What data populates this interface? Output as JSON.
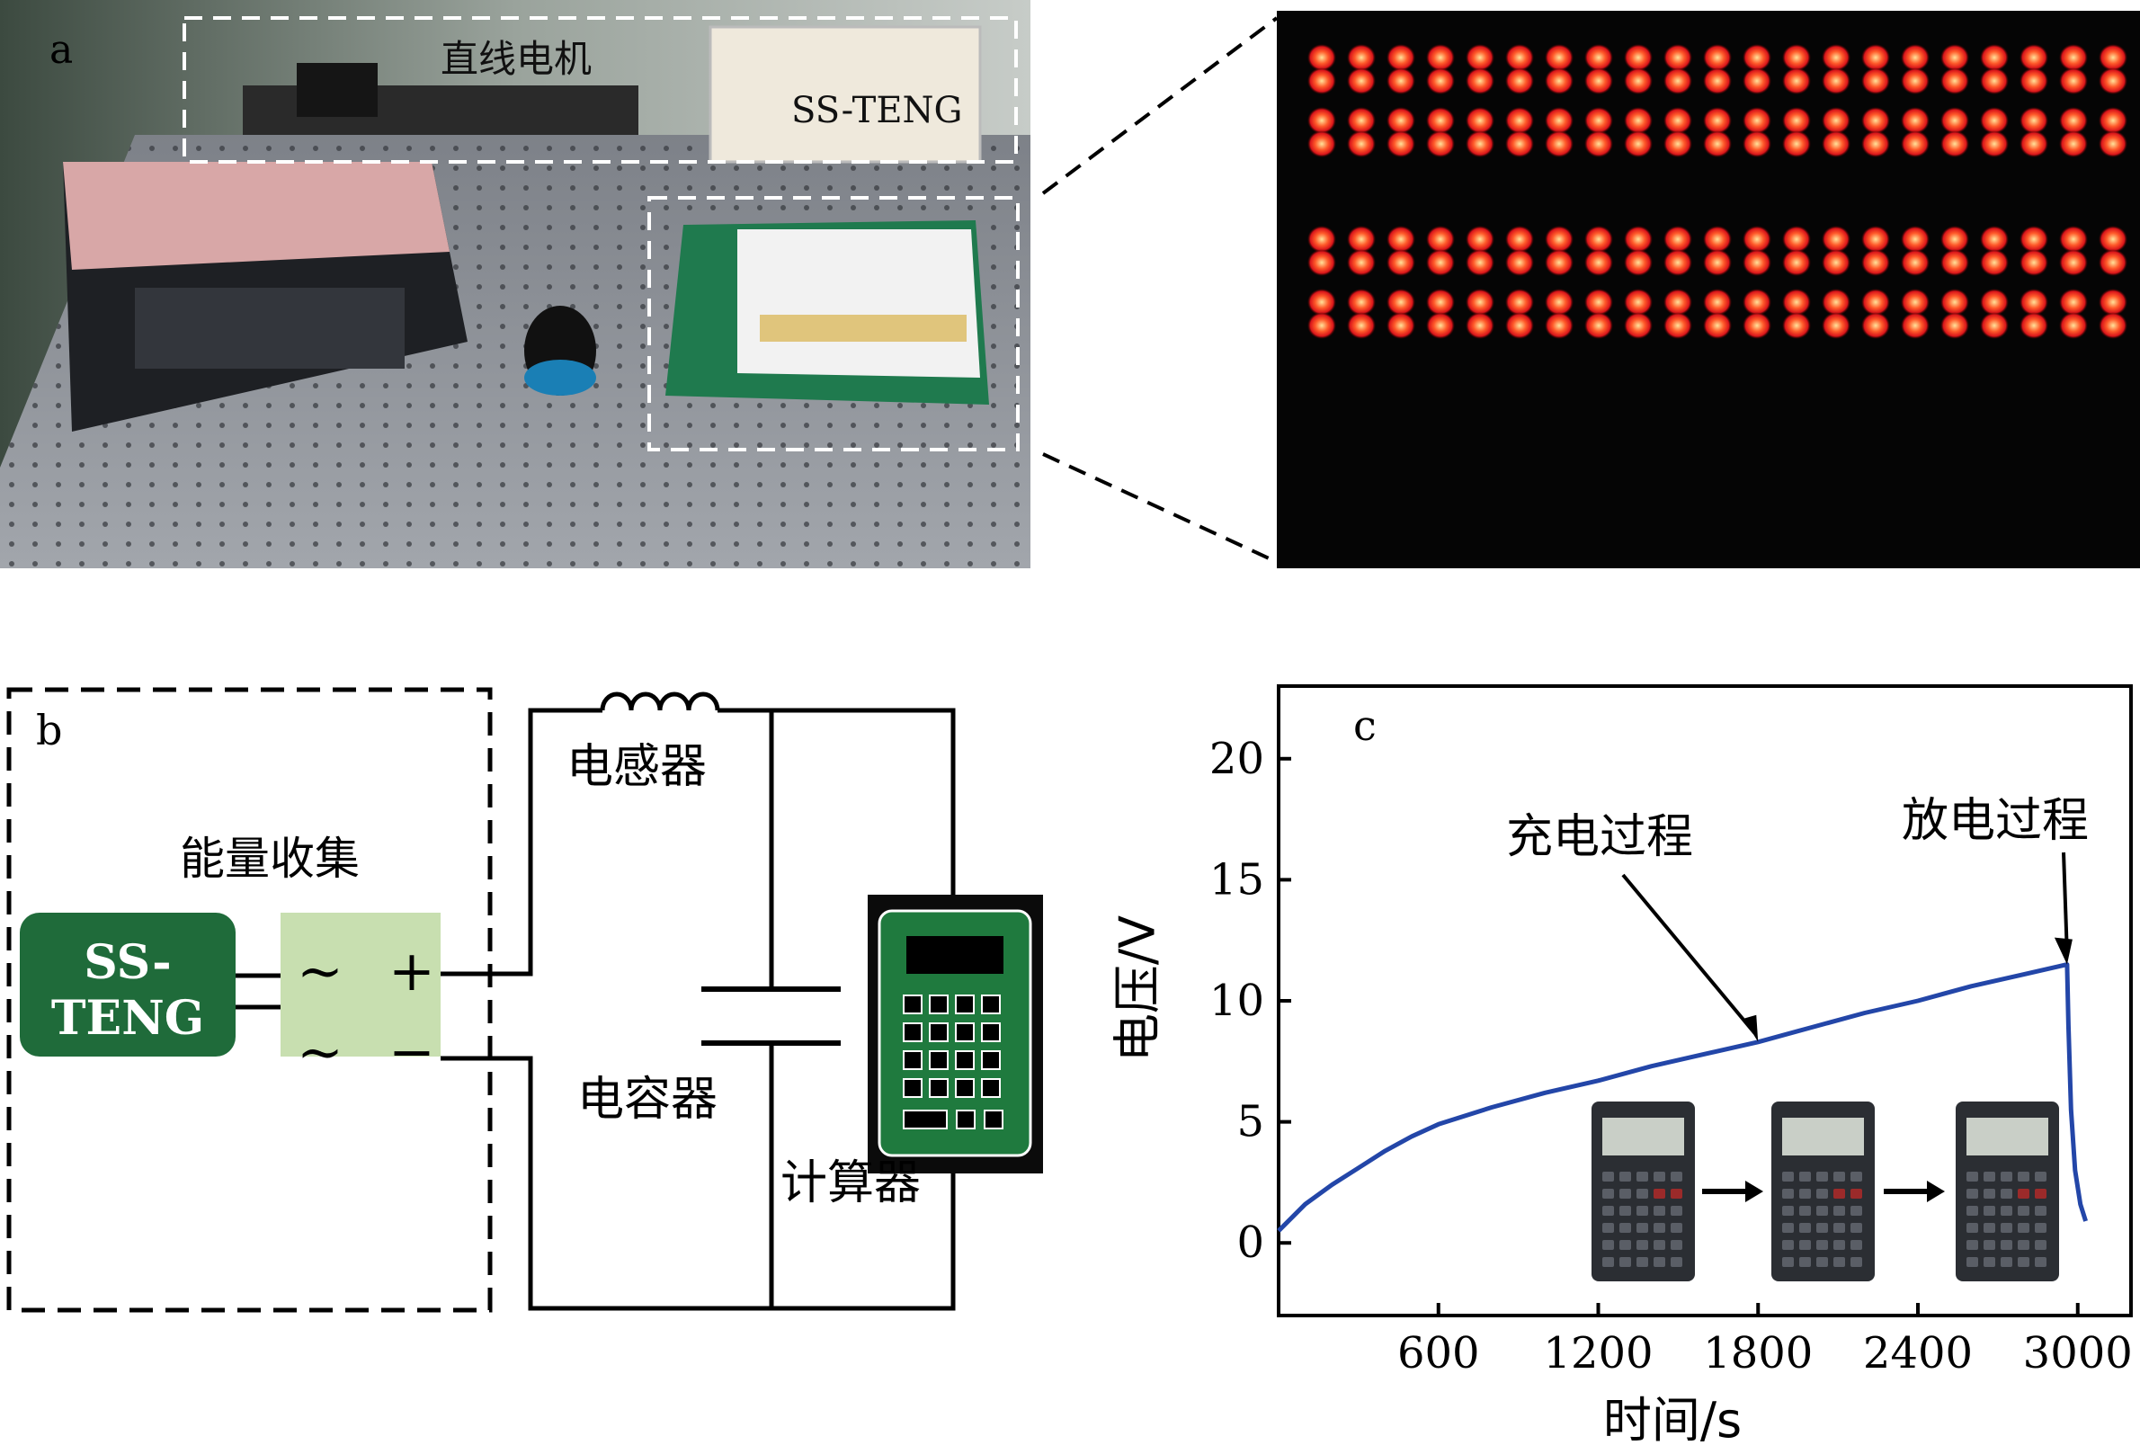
{
  "panel_a": {
    "letter": "a",
    "motor_label": "直线电机",
    "teng_label": "SS-TENG",
    "led_rows": 4,
    "leds_per_row": 21
  },
  "panel_b": {
    "letter": "b",
    "harvest_label": "能量收集",
    "teng_box": "SS-\nTENG",
    "teng_line1": "SS-",
    "teng_line2": "TENG",
    "ac_symbol": "~",
    "plus": "+",
    "minus": "−",
    "inductor_label": "电感器",
    "capacitor_label": "电容器",
    "calculator_label": "计算器",
    "colors": {
      "teng_green": "#1f6b3a",
      "rectifier_green": "#c8dfb0",
      "calc_green": "#1f7a3e"
    }
  },
  "panel_c": {
    "letter": "c",
    "charge_label": "充电过程",
    "discharge_label": "放电过程",
    "line_color": "#2346a8"
  },
  "chart_data": {
    "type": "line",
    "xlabel": "时间/s",
    "ylabel": "电压/V",
    "xlim": [
      0,
      3200
    ],
    "ylim": [
      -3,
      23
    ],
    "xticks": [
      600,
      1200,
      1800,
      2400,
      3000
    ],
    "yticks": [
      0,
      5,
      10,
      15,
      20
    ],
    "annotations": [
      "充电过程",
      "放电过程"
    ],
    "series": [
      {
        "x": [
          0,
          100,
          200,
          300,
          400,
          500,
          600,
          800,
          1000,
          1200,
          1400,
          1600,
          1800,
          2000,
          2200,
          2400,
          2600,
          2800,
          2960,
          2965,
          2975,
          2990,
          3010,
          3030
        ],
        "y": [
          0.5,
          1.6,
          2.4,
          3.1,
          3.8,
          4.4,
          4.9,
          5.6,
          6.2,
          6.7,
          7.3,
          7.8,
          8.3,
          8.9,
          9.5,
          10.0,
          10.6,
          11.1,
          11.5,
          9.0,
          5.5,
          3.0,
          1.6,
          0.9
        ]
      }
    ]
  }
}
